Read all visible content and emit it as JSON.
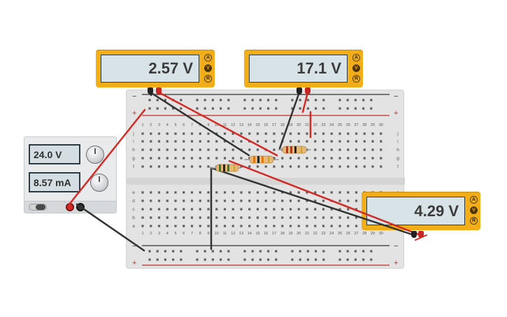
{
  "breadboard": {
    "column_numbers": [
      "1",
      "2",
      "3",
      "4",
      "5",
      "6",
      "7",
      "8",
      "9",
      "10",
      "11",
      "12",
      "13",
      "14",
      "15",
      "16",
      "17",
      "18",
      "19",
      "20",
      "21",
      "22",
      "23",
      "24",
      "25",
      "26",
      "27",
      "28",
      "29",
      "30"
    ],
    "top_row_letters": [
      "j",
      "i",
      "h",
      "g",
      "f"
    ],
    "bottom_row_letters": [
      "e",
      "d",
      "c",
      "b",
      "a"
    ],
    "rail_minus": "−",
    "rail_plus": "+"
  },
  "multimeters": [
    {
      "reading": "2.57 V",
      "modes": [
        "A",
        "V",
        "R"
      ],
      "active_mode": "V"
    },
    {
      "reading": "17.1 V",
      "modes": [
        "A",
        "V",
        "R"
      ],
      "active_mode": "V"
    },
    {
      "reading": "4.29 V",
      "modes": [
        "A",
        "V",
        "R"
      ],
      "active_mode": "V"
    }
  ],
  "power_supply": {
    "voltage": "24.0 V",
    "current": "8.57 mA"
  },
  "colors": {
    "meter_body": "#f2ae18",
    "wire_red": "#d32a25",
    "wire_black": "#333333",
    "breadboard": "#e3e3e3"
  }
}
